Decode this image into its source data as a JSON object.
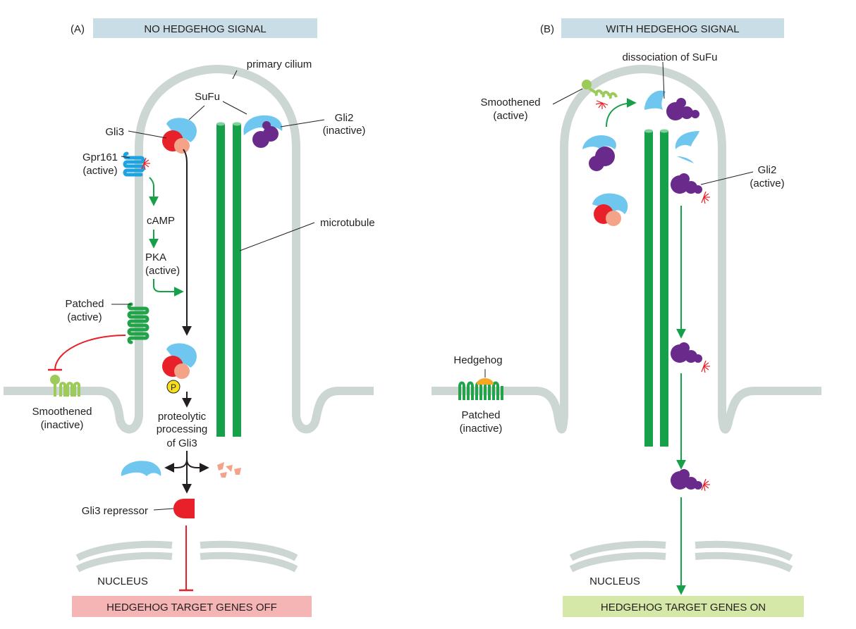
{
  "panel_a": {
    "letter": "(A)",
    "header": "NO HEDGEHOG SIGNAL",
    "footer": "HEDGEHOG TARGET GENES OFF",
    "labels": {
      "primary_cilium": "primary cilium",
      "sufu": "SuFu",
      "gli3": "Gli3",
      "gli2_l1": "Gli2",
      "gli2_l2": "(inactive)",
      "gpr161_l1": "Gpr161",
      "gpr161_l2": "(active)",
      "camp": "cAMP",
      "pka_l1": "PKA",
      "pka_l2": "(active)",
      "microtubule": "microtubule",
      "patched_l1": "Patched",
      "patched_l2": "(active)",
      "smoothened_l1": "Smoothened",
      "smoothened_l2": "(inactive)",
      "proteolytic_l1": "proteolytic",
      "proteolytic_l2": "processing",
      "proteolytic_l3": "of Gli3",
      "phospho": "P",
      "gli3_repressor": "Gli3 repressor",
      "nucleus": "NUCLEUS"
    }
  },
  "panel_b": {
    "letter": "(B)",
    "header": "WITH HEDGEHOG SIGNAL",
    "footer": "HEDGEHOG TARGET GENES ON",
    "labels": {
      "dissociation": "dissociation of SuFu",
      "smoothened_l1": "Smoothened",
      "smoothened_l2": "(active)",
      "gli2_l1": "Gli2",
      "gli2_l2": "(active)",
      "hedgehog": "Hedgehog",
      "patched_l1": "Patched",
      "patched_l2": "(inactive)",
      "nucleus": "NUCLEUS"
    }
  },
  "colors": {
    "membrane": "#ccd6d2",
    "header_bg": "#c9dde6",
    "footer_off": "#f5b5b5",
    "footer_on": "#d5e8a8",
    "gli3_red": "#e8202a",
    "gli3_pink": "#f4a389",
    "sufu_blue": "#6fc7ef",
    "gli2_purple": "#6a2a8c",
    "microtubule_green": "#17a04a",
    "receptor_green": "#22a34a",
    "gpr161_blue": "#1fa3e0",
    "smoothened_lime": "#9ccb5a",
    "hedgehog_orange": "#f5a623",
    "phospho_yellow": "#f7e01a"
  }
}
